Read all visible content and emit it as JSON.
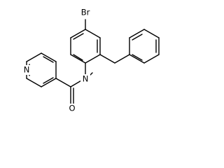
{
  "molecule": {
    "atoms": {
      "bromine": "Br",
      "pyridine_nitrogen": "N",
      "amide_nitrogen": "N",
      "amide_oxygen": "O"
    }
  }
}
